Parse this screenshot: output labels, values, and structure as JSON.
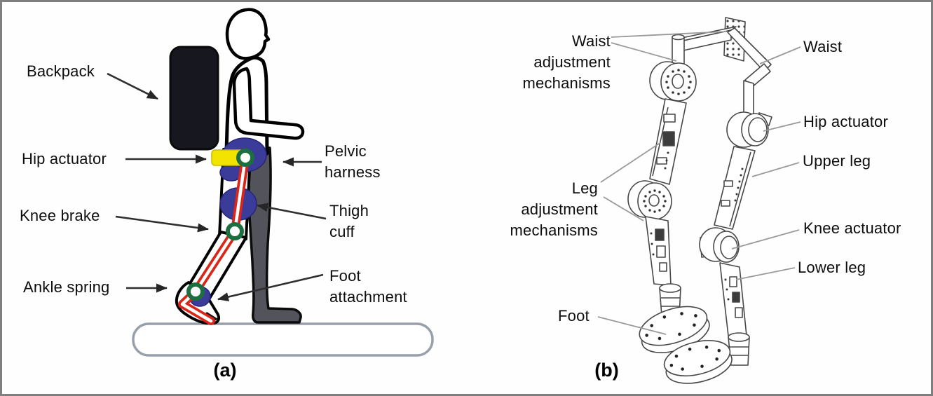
{
  "figure_type": "two-panel labeled diagram of lower-limb exoskeletons",
  "panel_a": {
    "caption": "(a)",
    "labels": {
      "backpack": "Backpack",
      "hip_actuator": "Hip actuator",
      "knee_brake": "Knee brake",
      "ankle_spring": "Ankle spring",
      "pelvic_harness": "Pelvic\nharness",
      "thigh_cuff": "Thigh\ncuff",
      "foot_attachment": "Foot\nattachment"
    },
    "colors": {
      "backpack": "#17171f",
      "harness_blue": "#3b3b9a",
      "actuator_yellow": "#f2e300",
      "link_red": "#d92618",
      "joint_green": "#1c7040",
      "rear_leg_grey": "#53535c",
      "treadmill_outline": "#9aa0ab",
      "arrow": "#2e2e2e"
    }
  },
  "panel_b": {
    "caption": "(b)",
    "labels": {
      "waist_adjustment": "Waist\nadjustment\nmechanisms",
      "waist": "Waist",
      "hip_actuator": "Hip actuator",
      "upper_leg": "Upper leg",
      "leg_adjustment": "Leg\nadjustment\nmechanisms",
      "knee_actuator": "Knee actuator",
      "lower_leg": "Lower leg",
      "foot": "Foot"
    },
    "colors": {
      "line_art": "#474747",
      "leader_line": "#9a9a9a"
    }
  }
}
